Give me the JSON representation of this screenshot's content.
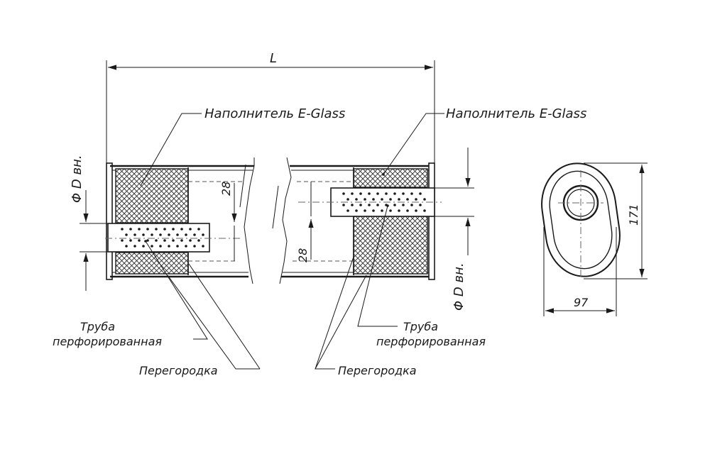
{
  "labels": {
    "dim_length": "L",
    "filler_left": "Наполнитель E-Glass",
    "filler_right": "Наполнитель E-Glass",
    "diameter_left": "Φ D вн.",
    "diameter_right": "Φ D вн.",
    "dim_28_left": "28",
    "dim_28_right": "28",
    "pipe_left_line1": "Труба",
    "pipe_left_line2": "перфорированная",
    "pipe_right_line1": "Труба",
    "pipe_right_line2": "перфорированная",
    "baffle_left": "Перегородка",
    "baffle_right": "Перегородка",
    "dim_height": "171",
    "dim_width": "97"
  }
}
